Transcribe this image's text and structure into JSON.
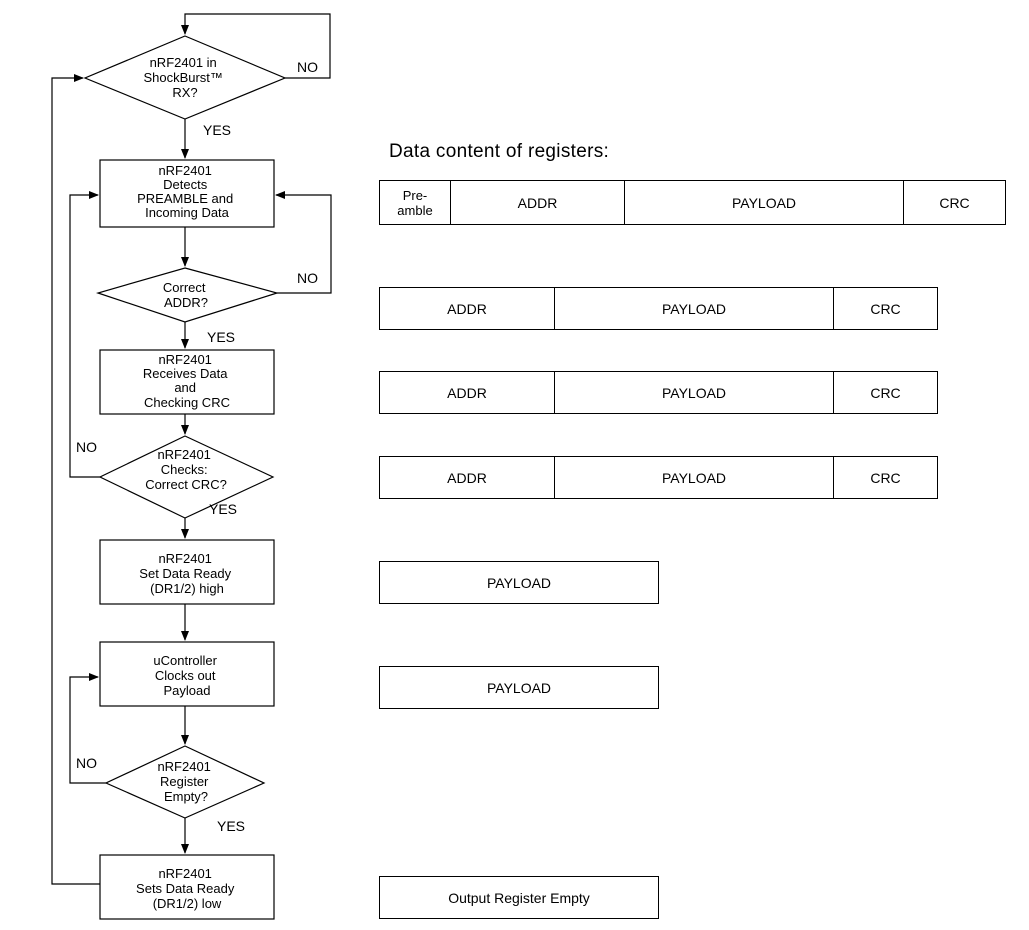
{
  "flowchart": {
    "nodes": {
      "rx_check": [
        "nRF2401 in",
        "ShockBurst™",
        "RX?"
      ],
      "detect": [
        "nRF2401",
        "Detects",
        "PREAMBLE and",
        "Incoming Data"
      ],
      "addr_check": [
        "Correct",
        "ADDR?"
      ],
      "receive": [
        "nRF2401",
        "Receives Data",
        "and",
        "Checking CRC"
      ],
      "crc_check": [
        "nRF2401",
        "Checks:",
        "Correct CRC?"
      ],
      "set_dr_high": [
        "nRF2401",
        "Set Data Ready",
        "(DR1/2) high"
      ],
      "clock_out": [
        "uController",
        "Clocks out",
        "Payload"
      ],
      "reg_empty": [
        "nRF2401",
        "Register",
        "Empty?"
      ],
      "set_dr_low": [
        "nRF2401",
        "Sets Data Ready",
        "(DR1/2) low"
      ]
    },
    "labels": {
      "yes": "YES",
      "no": "NO"
    }
  },
  "registers": {
    "heading": "Data content of registers:",
    "rows": [
      [
        "Pre-\namble",
        "ADDR",
        "PAYLOAD",
        "CRC"
      ],
      [
        "ADDR",
        "PAYLOAD",
        "CRC"
      ],
      [
        "ADDR",
        "PAYLOAD",
        "CRC"
      ],
      [
        "ADDR",
        "PAYLOAD",
        "CRC"
      ],
      [
        "PAYLOAD"
      ],
      [
        "PAYLOAD"
      ],
      [
        "Output Register Empty"
      ]
    ]
  }
}
